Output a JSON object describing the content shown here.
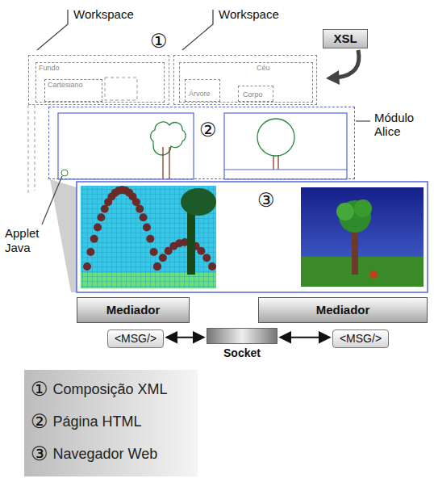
{
  "diagram": {
    "nodes": [
      {
        "text": [
          "Workspace"
        ]
      },
      {
        "text": [
          "Fundo"
        ],
        "in": 0
      },
      {
        "text": [
          "Cartesiano"
        ],
        "in": 1
      },
      {
        "text": [
          "Workspace"
        ]
      },
      {
        "text": [
          "Céu"
        ],
        "in": 3
      },
      {
        "text": [
          "Árvore"
        ],
        "in": 4
      },
      {
        "text": [
          "Corpo"
        ],
        "in": 4
      },
      {
        "text": [
          "XSL"
        ]
      },
      {
        "text": [
          "Módulo Alice"
        ]
      },
      {
        "text": [
          "Mediador"
        ]
      },
      {
        "text": [
          "Mediador"
        ]
      },
      {
        "text": [
          "<MSG/>"
        ]
      },
      {
        "text": [
          "Socket"
        ]
      },
      {
        "text": [
          "<MSG/>"
        ]
      }
    ],
    "edges": [
      {
        "from": 11,
        "to": 12,
        "arrow": "both"
      },
      {
        "from": 12,
        "to": 13,
        "arrow": "both"
      }
    ],
    "labels": [
      "①",
      "②",
      "③",
      "Applet Java",
      "①",
      "②",
      "③"
    ],
    "legend": [
      {
        "text": "Composição XML"
      },
      {
        "text": "Página HTML"
      },
      {
        "text": "Navegador Web"
      }
    ]
  }
}
